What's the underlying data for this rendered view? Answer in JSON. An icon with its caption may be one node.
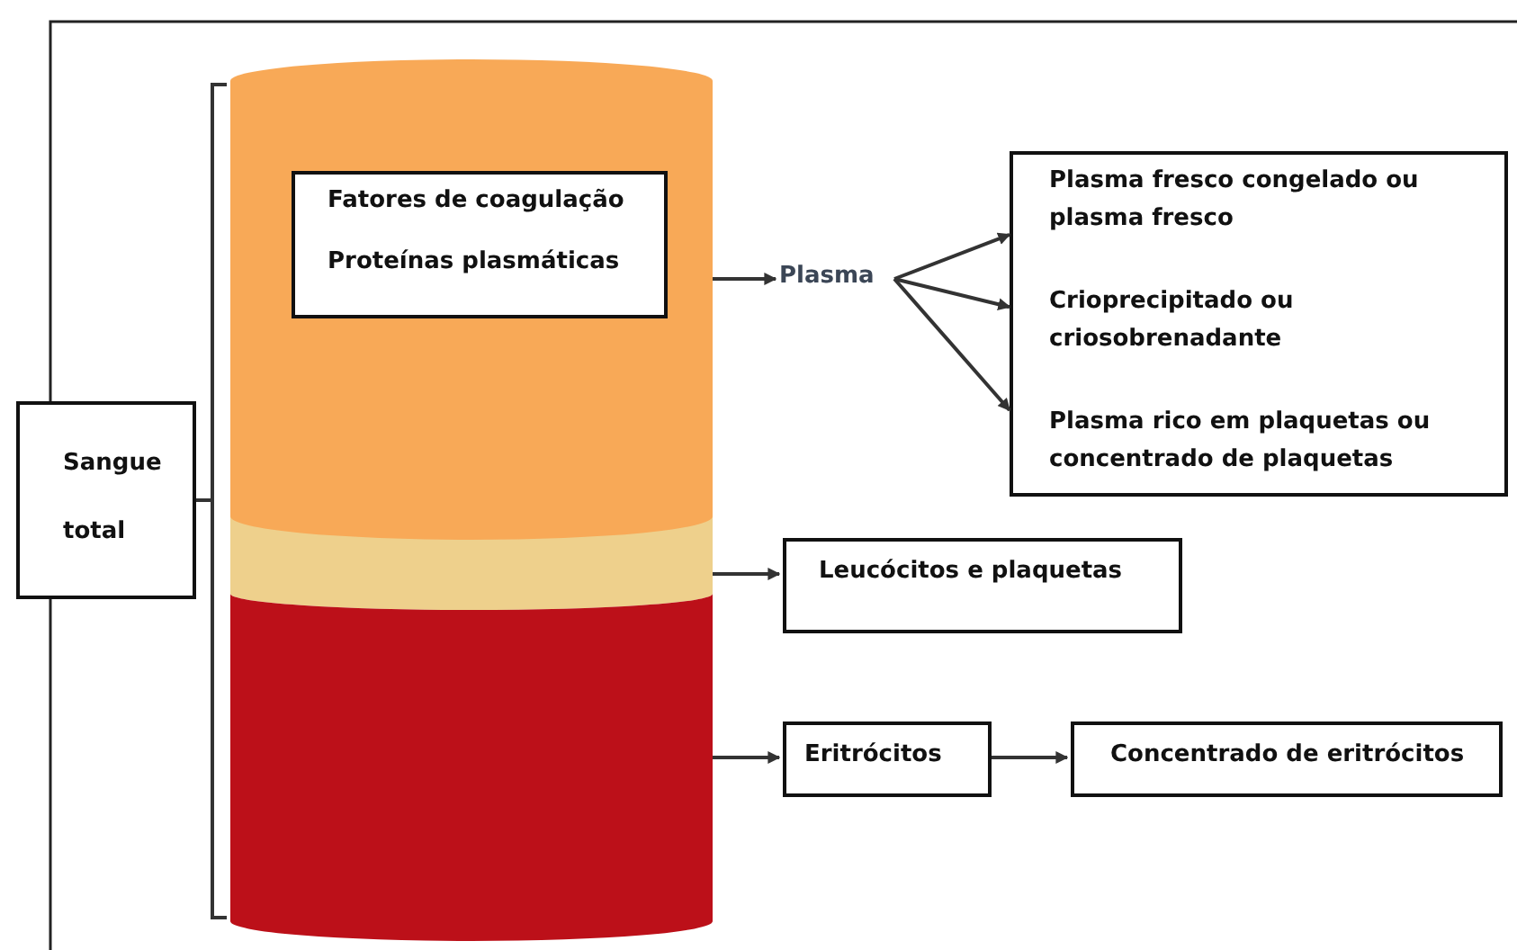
{
  "diagram": {
    "nodes": [
      {
        "text": [
          "Sangue total"
        ]
      },
      {
        "text": [],
        "shape": "cylinder"
      },
      {
        "text": [
          "Fatores de coagulação",
          "Proteínas plasmáticas"
        ],
        "in": 1
      },
      {
        "text": [],
        "shape": "bar"
      },
      {
        "text": [],
        "shape": "cylinder"
      },
      {
        "text": [
          "Plasma"
        ]
      },
      {
        "text": [],
        "shape": "box"
      },
      {
        "text": [
          "Plasma fresco congelado ou plasma fresco"
        ],
        "in": 6
      },
      {
        "text": [
          "Crioprecipitado ou criosobrenadante"
        ],
        "in": 6
      },
      {
        "text": [
          "Plasma rico em plaquetas ou concentrado de plaquetas"
        ],
        "in": 6
      },
      {
        "text": [
          "Leucócitos e plaquetas"
        ]
      },
      {
        "text": [
          "Eritrócitos"
        ]
      },
      {
        "text": [
          "Concentrado de eritrócitos"
        ]
      }
    ],
    "edges": [
      {
        "from": 1,
        "to": 5,
        "arrow": "to"
      },
      {
        "from": 5,
        "to": 7,
        "arrow": "to"
      },
      {
        "from": 5,
        "to": 8,
        "arrow": "to"
      },
      {
        "from": 5,
        "to": 9,
        "arrow": "to"
      },
      {
        "from": 3,
        "to": 10,
        "arrow": "to"
      },
      {
        "from": 4,
        "to": 11,
        "arrow": "to"
      },
      {
        "from": 11,
        "to": 12,
        "arrow": "to"
      }
    ]
  }
}
